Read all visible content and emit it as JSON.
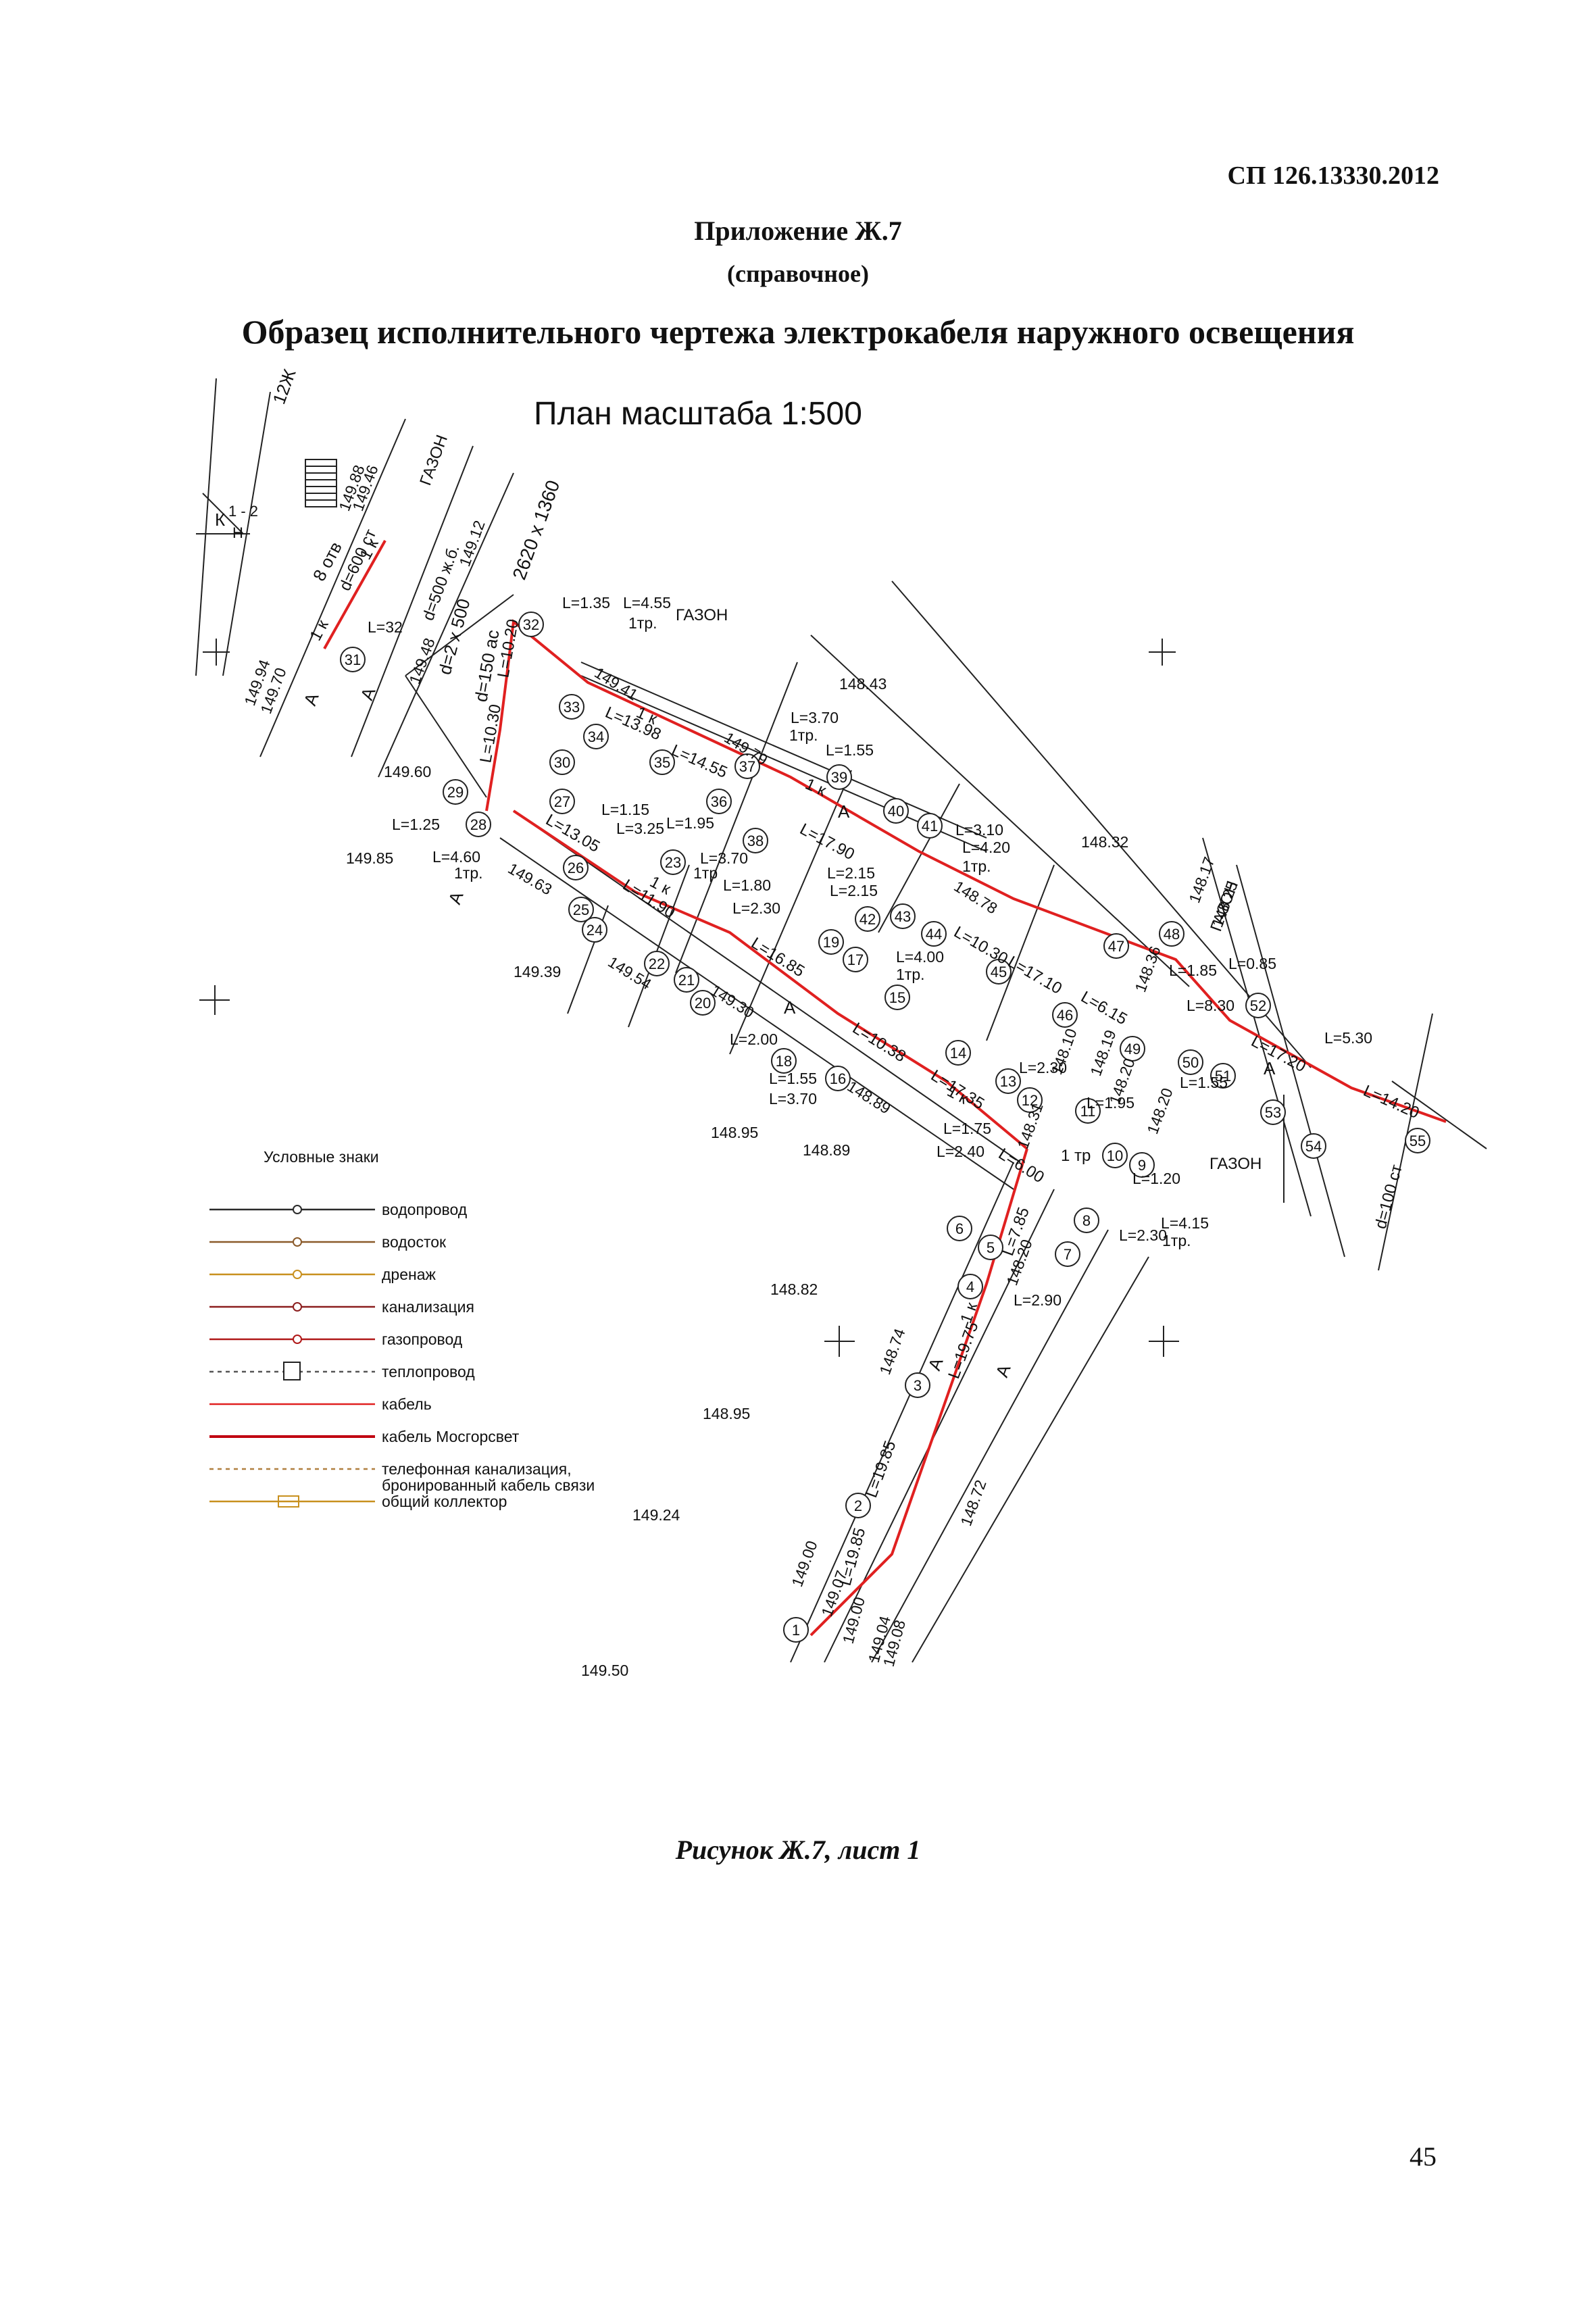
{
  "header": {
    "doc_code": "СП 126.13330.2012",
    "annex": "Приложение Ж.7",
    "annex_note": "(справочное)",
    "title": "Образец исполнительного чертежа электрокабеля наружного освещения"
  },
  "plan": {
    "scale_title": "План масштаба 1:500",
    "lawn": "ГАЗОН",
    "axis_a": "А",
    "building": "12Ж",
    "section": "К",
    "section_num": "1 - 2",
    "section_den": "Н",
    "cable_mark": "1 к",
    "pipe_600": "d=600 ст",
    "pipe_500": "d=500 ж.б.",
    "pipe_2x500": "d=2 x 500",
    "pipe_150": "d=150 ас",
    "box_2620": "2620 x 1360",
    "channel_8": "8 отв",
    "pipe_100": "d=100 ст"
  },
  "pit_numbers": [
    "1",
    "2",
    "3",
    "4",
    "5",
    "6",
    "7",
    "8",
    "9",
    "10",
    "11",
    "12",
    "13",
    "14",
    "15",
    "16",
    "17",
    "18",
    "19",
    "20",
    "21",
    "22",
    "23",
    "24",
    "25",
    "26",
    "27",
    "28",
    "29",
    "30",
    "31",
    "32",
    "33",
    "34",
    "35",
    "36",
    "37",
    "38",
    "39",
    "40",
    "41",
    "42",
    "43",
    "44",
    "45",
    "46",
    "47",
    "48",
    "49",
    "50",
    "51",
    "52",
    "53",
    "54",
    "55"
  ],
  "length_labels": [
    "L=1.35",
    "L=4.55",
    "1тр.",
    "L=3.70",
    "1тр.",
    "L=1.55",
    "L=1.15",
    "L=3.25",
    "L=1.95",
    "L=3.70",
    "1тр",
    "L=1.80",
    "L=2.30",
    "L=2.15",
    "L=2.15",
    "L=3.10",
    "L=4.20",
    "1тр.",
    "L=4.00",
    "1тр.",
    "L=2.00",
    "L=1.55",
    "L=3.70",
    "L=1.75",
    "L=2.40",
    "L=2.30",
    "L=1.95",
    "L=1.20",
    "L=4.15",
    "L=2.30",
    "1тр.",
    "L=2.90",
    "L=1.85",
    "L=0.85",
    "L=8.30",
    "L=1.55",
    "L=5.30",
    "L=1.25",
    "L=4.60",
    "1тр.",
    "L=32"
  ],
  "cable_lengths": [
    "L=10.20",
    "L=10.30",
    "L=13.98",
    "L=14.55",
    "L=13.05",
    "L=11.90",
    "L=17.90",
    "L=16.85",
    "L=10.30",
    "L=17.10",
    "L=6.15",
    "L=10.38",
    "L=17.35",
    "L=6.00",
    "L=7.85",
    "L=19.75",
    "L=19.85",
    "L=19.85",
    "L=17.20",
    "L=14.20",
    "1 тр"
  ],
  "elevations": [
    "149.88",
    "149.46",
    "149.12",
    "149.48",
    "149.94",
    "149.70",
    "149.60",
    "149.85",
    "149.63",
    "149.41",
    "149.79",
    "148.43",
    "148.32",
    "149.54",
    "149.39",
    "149.30",
    "148.89",
    "148.78",
    "148.95",
    "148.89",
    "148.31",
    "148.17",
    "148.25",
    "148.36",
    "148.10",
    "148.19",
    "148.20",
    "148.20",
    "148.82",
    "148.95",
    "148.74",
    "148.72",
    "148.20",
    "149.24",
    "149.00",
    "149.07",
    "149.00",
    "149.04",
    "149.08",
    "149.50"
  ],
  "legend": {
    "title": "Условные знаки",
    "items": [
      {
        "label": "водопровод",
        "color": "#2a2a2a"
      },
      {
        "label": "водосток",
        "color": "#8a5a2a"
      },
      {
        "label": "дренаж",
        "color": "#c8901e"
      },
      {
        "label": "канализация",
        "color": "#8b1e1e"
      },
      {
        "label": "газопровод",
        "color": "#b01818"
      },
      {
        "label": "теплопровод",
        "color": "#555555"
      },
      {
        "label": "кабель",
        "color": "#e02020"
      },
      {
        "label": "кабель Мосгорсвет",
        "color": "#c00010"
      },
      {
        "label": "телефонная канализация,",
        "label2": "бронированный кабель связи",
        "color": "#b08040"
      },
      {
        "label": "общий коллектор",
        "color": "#c8901e"
      }
    ]
  },
  "caption": "Рисунок Ж.7, лист 1",
  "page_number": "45",
  "colors": {
    "cable": "#e02020",
    "green": "#3a9a1a",
    "orange": "#e07a10",
    "line": "#222222"
  }
}
